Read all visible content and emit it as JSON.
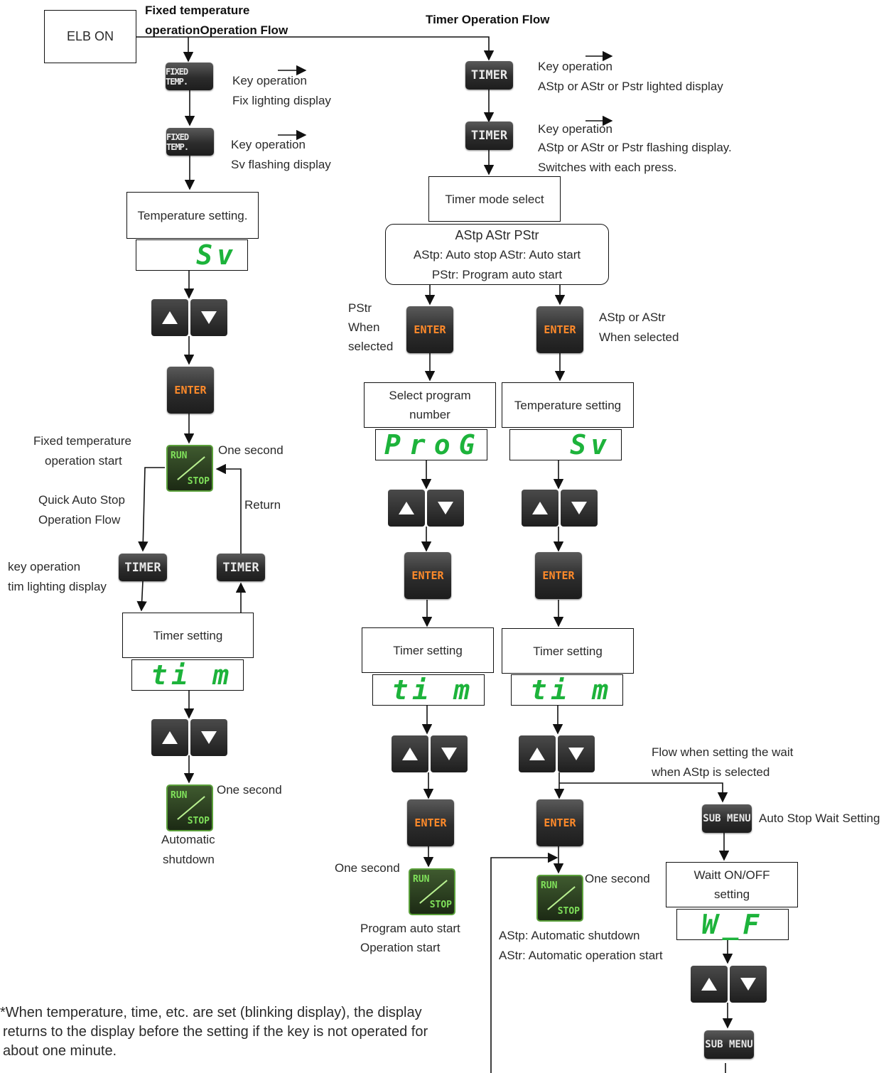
{
  "titles": {
    "fixed_flow": "Fixed temperature operationOperation Flow",
    "timer_flow": "Timer Operation Flow"
  },
  "start": {
    "elb_on": "ELB ON"
  },
  "keys": {
    "fixed_temp": "FIXED TEMP.",
    "timer": "TIMER",
    "enter": "ENTER",
    "run": "RUN",
    "stop": "STOP",
    "sub_menu": "SUB MENU"
  },
  "displays": {
    "sv": "Sv",
    "prog": "ProG",
    "tim": "ti m",
    "wait": "W_F"
  },
  "fixed": {
    "note1_a": "Key operation",
    "note1_b": "Fix lighting display",
    "note2_a": "Key operation",
    "note2_b": "Sv flashing display",
    "temp_setting": "Temperature setting.",
    "op_start_a": "Fixed temperature",
    "op_start_b": "operation start",
    "one_second_1": "One second",
    "quick_a": "Quick Auto Stop",
    "quick_b": "Operation Flow",
    "return": "Return",
    "key_op_a": "key operation",
    "key_op_b": "tim lighting display",
    "timer_setting": "Timer setting",
    "one_second_2": "One second",
    "auto_a": "Automatic",
    "auto_b": "shutdown"
  },
  "timer": {
    "note1_a": "Key operation",
    "note1_b": "AStp or AStr or Pstr lighted display",
    "note2_a": "Key operation",
    "note2_b": "AStp or AStr or Pstr flashing display.",
    "note2_c": "Switches with each press.",
    "mode_select": "Timer mode select",
    "modes_a": "AStp  AStr  PStr",
    "modes_b": "AStp: Auto stop AStr: Auto start",
    "modes_c": "PStr: Program auto start",
    "pstr_a": "PStr",
    "pstr_b": "When",
    "pstr_c": "selected",
    "astp_a": "AStp or AStr",
    "astp_b": "When selected",
    "select_prog_a": "Select program",
    "select_prog_b": "number",
    "temp_setting": "Temperature setting",
    "timer_setting_l": "Timer setting",
    "timer_setting_r": "Timer setting",
    "one_second_l": "One second",
    "prog_start_a": "Program auto start",
    "prog_start_b": "Operation start",
    "one_second_r": "One second",
    "astp_result": "AStp: Automatic shutdown",
    "astr_result": "AStr: Automatic operation start",
    "wait_flow_a": "Flow when setting the wait",
    "wait_flow_b": "when AStp is selected",
    "auto_stop_wait": "Auto Stop Wait Setting",
    "wait_onoff_a": "Waitt ON/OFF",
    "wait_onoff_b": "setting"
  },
  "footnote": {
    "line1": "*When temperature, time, etc. are set (blinking display), the display",
    "line2": "returns to the display before the setting if the key is not operated for",
    "line3": "about one minute."
  }
}
